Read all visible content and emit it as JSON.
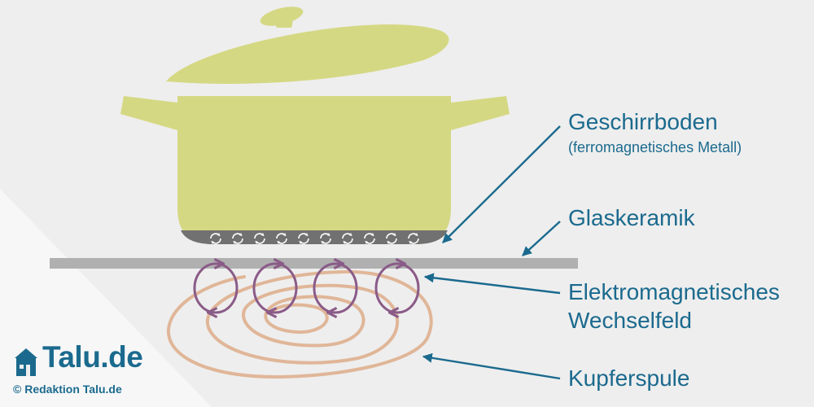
{
  "labels": {
    "base": "Geschirrboden",
    "base_sub": "(ferromagnetisches Metall)",
    "glass": "Glaskeramik",
    "field_1": "Elektromagnetisches",
    "field_2": "Wechselfeld",
    "coil": "Kupferspule"
  },
  "branding": {
    "logo": "Talu.de",
    "credit": "© Redaktion Talu.de"
  },
  "colors": {
    "pot": "#d5d883",
    "pot_base": "#717171",
    "glass": "#b0b0b0",
    "coil": "#e0b698",
    "field": "#8a5b88",
    "label": "#1b6a8e",
    "background": "#eeeeee"
  }
}
